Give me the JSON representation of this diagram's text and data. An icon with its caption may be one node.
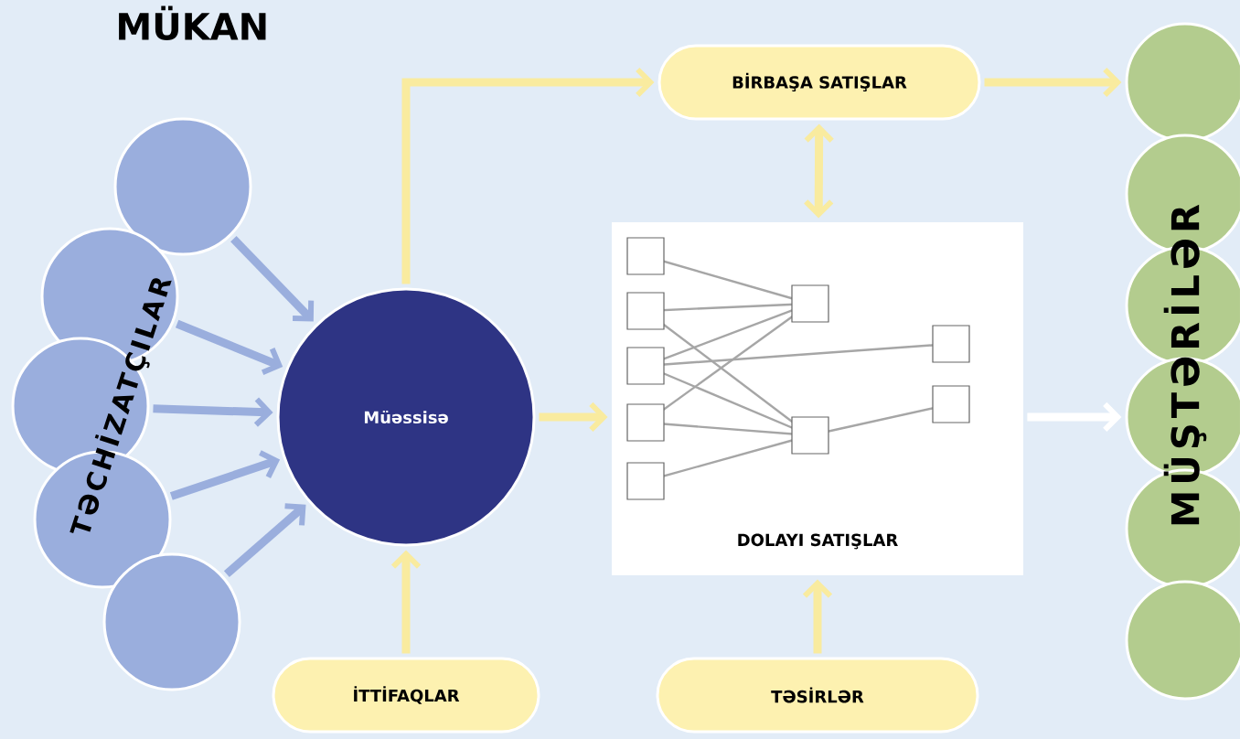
{
  "diagram": {
    "title": "MÜKAN",
    "nodes": [
      {
        "text": [],
        "shape": "circle"
      },
      {
        "text": [],
        "shape": "circle"
      },
      {
        "text": [],
        "shape": "circle"
      },
      {
        "text": [],
        "shape": "circle"
      },
      {
        "text": [],
        "shape": "circle"
      },
      {
        "text": [
          "Müəssisə"
        ]
      },
      {
        "text": [
          "BİRBAŞA SATIŞLAR"
        ]
      },
      {
        "text": [
          "DOLAYI SATIŞLAR"
        ]
      },
      {
        "text": [
          "İTTİFAQLAR"
        ]
      },
      {
        "text": [
          "TƏSİRLƏR"
        ]
      },
      {
        "text": [],
        "shape": "circle"
      },
      {
        "text": [],
        "shape": "circle"
      },
      {
        "text": [],
        "shape": "circle"
      },
      {
        "text": [],
        "shape": "circle"
      },
      {
        "text": [],
        "shape": "circle"
      },
      {
        "text": [],
        "shape": "circle"
      }
    ],
    "edges": [
      {
        "from": 0,
        "to": 5,
        "arrow": "to",
        "color": "#9aaedd"
      },
      {
        "from": 1,
        "to": 5,
        "arrow": "to",
        "color": "#9aaedd"
      },
      {
        "from": 2,
        "to": 5,
        "arrow": "to",
        "color": "#9aaedd"
      },
      {
        "from": 3,
        "to": 5,
        "arrow": "to",
        "color": "#9aaedd"
      },
      {
        "from": 4,
        "to": 5,
        "arrow": "to",
        "color": "#9aaedd"
      },
      {
        "from": 5,
        "to": 6,
        "arrow": "to"
      },
      {
        "from": 5,
        "to": 7,
        "arrow": "to"
      },
      {
        "from": 6,
        "to": 7,
        "arrow": "both"
      },
      {
        "from": 6,
        "to": 10,
        "arrow": "to"
      },
      {
        "from": 7,
        "to": 13,
        "arrow": "to",
        "color": "#ffffff"
      },
      {
        "from": 8,
        "to": 5,
        "arrow": "to"
      },
      {
        "from": 9,
        "to": 7,
        "arrow": "to"
      }
    ],
    "labels": [
      "TƏCHİZATÇILAR",
      "MÜŞTƏRİLƏR"
    ]
  }
}
